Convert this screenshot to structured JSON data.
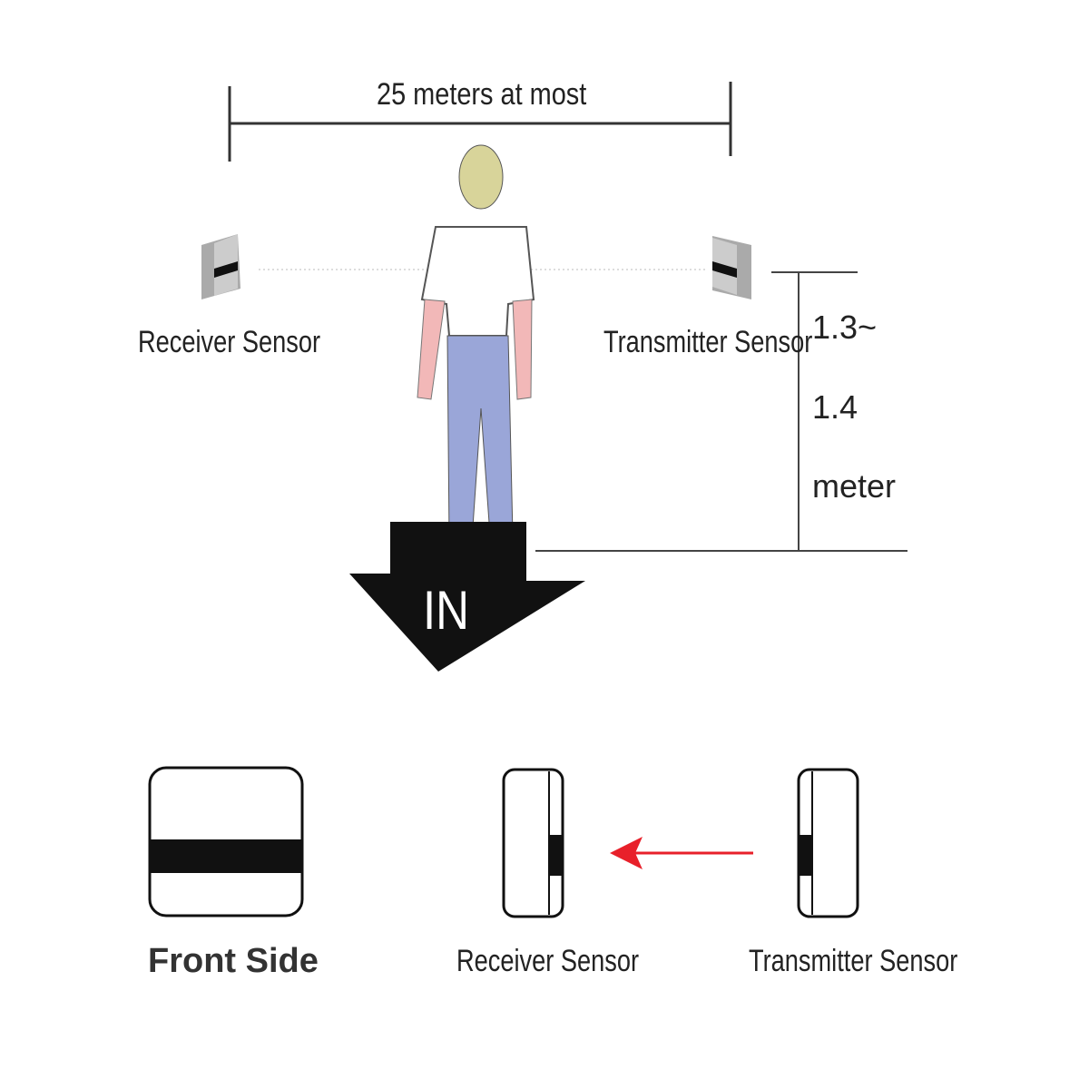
{
  "top": {
    "distance": "25 meters at most",
    "receiver": "Receiver Sensor",
    "transmitter": "Transmitter Sensor",
    "height_line1": "1.3~",
    "height_line2": "1.4",
    "height_line3": "meter",
    "direction": "IN"
  },
  "bottom": {
    "front": "Front Side",
    "receiver": "Receiver Sensor",
    "transmitter": "Transmitter Sensor"
  },
  "colors": {
    "arrow": "#e8202a"
  }
}
